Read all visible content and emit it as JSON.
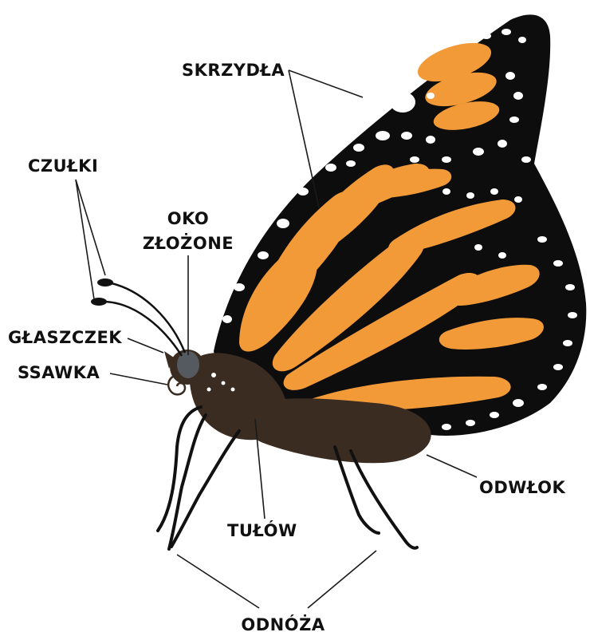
{
  "labels": {
    "skrzydla": "SKRZYDŁA",
    "czulki": "CZUŁKI",
    "oko_line1": "OKO",
    "oko_line2": "ZŁOŻONE",
    "glaszczek": "GŁASZCZEK",
    "ssawka": "SSAWKA",
    "odwlok": "ODWŁOK",
    "tulow": "TUŁÓW",
    "odnoza": "ODNÓŻA"
  },
  "colors": {
    "wing_black": "#0d0d0d",
    "wing_orange": "#f39a38",
    "spots_white": "#ffffff",
    "body_brown": "#3b2c22",
    "eye_gray": "#555a60"
  }
}
